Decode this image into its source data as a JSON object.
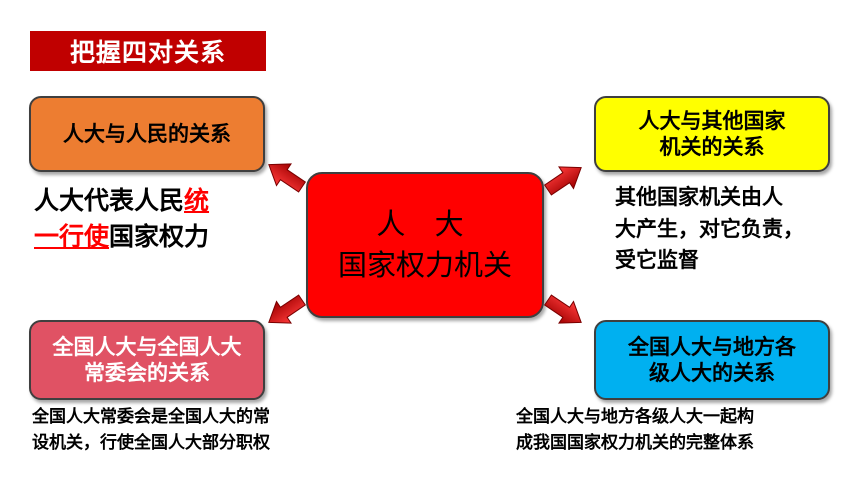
{
  "title": "把握四对关系",
  "center": {
    "line1": "人 大",
    "line2": "国家权力机关"
  },
  "top_left": {
    "label": "人大与人民的关系",
    "desc_part1": "人大代表人民",
    "desc_highlight1": "统",
    "desc_highlight2": "一行使",
    "desc_part2": "国家权力"
  },
  "top_right": {
    "label_line1": "人大与其他国家",
    "label_line2": "机关的关系",
    "desc_line1": "其他国家机关由人",
    "desc_line2": "大产生，对它负责，",
    "desc_line3": "受它监督"
  },
  "bottom_left": {
    "label": "全国人大与全国人大常委会的关系",
    "desc_line1": "全国人大常委会是全国人大的常",
    "desc_line2": "设机关，行使全国人大部分职权"
  },
  "bottom_right": {
    "label_line1": "全国人大与地方各",
    "label_line2": "级人大的关系",
    "desc_line1": "全国人大与地方各级人大一起构",
    "desc_line2": "成我国国家权力机关的完整体系"
  },
  "colors": {
    "title_bg": "#c00000",
    "center": "#ff0000",
    "top_left": "#ed7d31",
    "top_right": "#ffff00",
    "bottom_left": "#e05264",
    "bottom_right": "#00b0f0",
    "arrow": "#c00000",
    "highlight": "#ff0000"
  }
}
